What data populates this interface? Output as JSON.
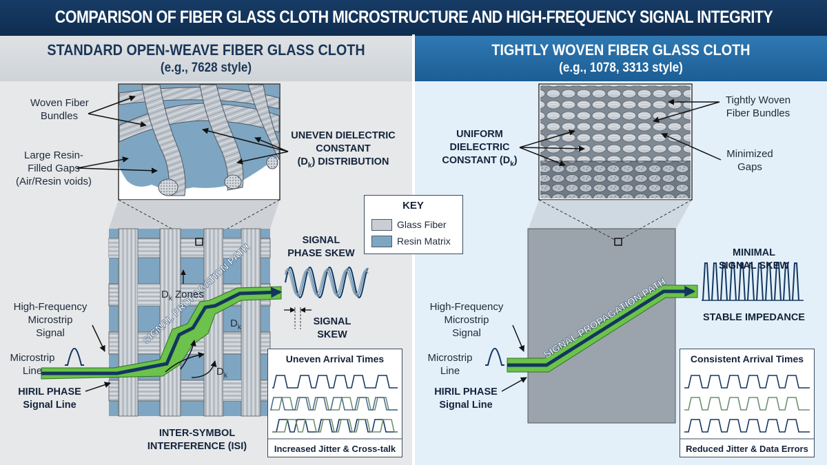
{
  "title": "COMPARISON OF FIBER GLASS CLOTH MICROSTRUCTURE AND HIGH-FREQUENCY SIGNAL INTEGRITY",
  "left": {
    "heading": "STANDARD OPEN-WEAVE FIBER GLASS CLOTH",
    "subheading": "(e.g., 7628 style)",
    "label_bundles": [
      "Woven Fiber",
      "Bundles"
    ],
    "label_gaps": [
      "Large Resin-",
      "Filled Gaps",
      "(Air/Resin voids)"
    ],
    "label_uneven_dk": [
      "UNEVEN DIELECTRIC",
      "CONSTANT",
      "(D",
      "k",
      ") DISTRIBUTION"
    ],
    "label_dk_zones": [
      "D",
      "k",
      " Zones"
    ],
    "label_dk": [
      "D",
      "k"
    ],
    "path_label": "SIGNAL PROPAGATION PATH",
    "label_hf": [
      "High-Frequency",
      "Microstrip",
      "Signal"
    ],
    "label_microstrip": [
      "Microstrip",
      "Line"
    ],
    "label_signal_line": [
      "HIRIL PHASE",
      "Signal Line"
    ],
    "label_phase_skew": [
      "SIGNAL",
      "PHASE SKEW"
    ],
    "label_skew": [
      "SIGNAL",
      "SKEW"
    ],
    "label_isi": [
      "INTER-SYMBOL",
      "INTERFERENCE (ISI)"
    ],
    "box_title": "Uneven Arrival Times",
    "box_footer": "Increased Jitter & Cross-talk"
  },
  "right": {
    "heading": "TIGHTLY WOVEN FIBER GLASS CLOTH",
    "subheading": "(e.g., 1078, 3313 style)",
    "label_tight": [
      "Tightly Woven",
      "Fiber Bundles"
    ],
    "label_uniform_dk": [
      "UNIFORM",
      "DIELECTRIC",
      "CONSTANT (D",
      "k",
      ")"
    ],
    "label_min_gaps": [
      "Minimized",
      "Gaps"
    ],
    "label_min_skew": [
      "MINIMAL",
      "SIGNAL SKEW"
    ],
    "label_stable": "STABLE IMPEDANCE",
    "path_label": "SIGNAL PROPAGATION PATH",
    "label_hf": [
      "High-Frequency",
      "Microstrip",
      "Signal"
    ],
    "label_microstrip": [
      "Microstrip",
      "Line"
    ],
    "label_signal_line": [
      "HIRIL PHASE",
      "Signal Line"
    ],
    "box_title": "Consistent Arrival Times",
    "box_footer": "Reduced Jitter & Data Errors"
  },
  "key": {
    "title": "KEY",
    "items": [
      {
        "label": "Glass Fiber",
        "color": "#c9ced4"
      },
      {
        "label": "Resin Matrix",
        "color": "#7ea6c2"
      }
    ]
  },
  "colors": {
    "banner": "#0f2d50",
    "resin": "#7ea6c2",
    "fiber": "#c9ced4",
    "signal_green": "#6cc24a",
    "signal_navy": "#13365e"
  }
}
